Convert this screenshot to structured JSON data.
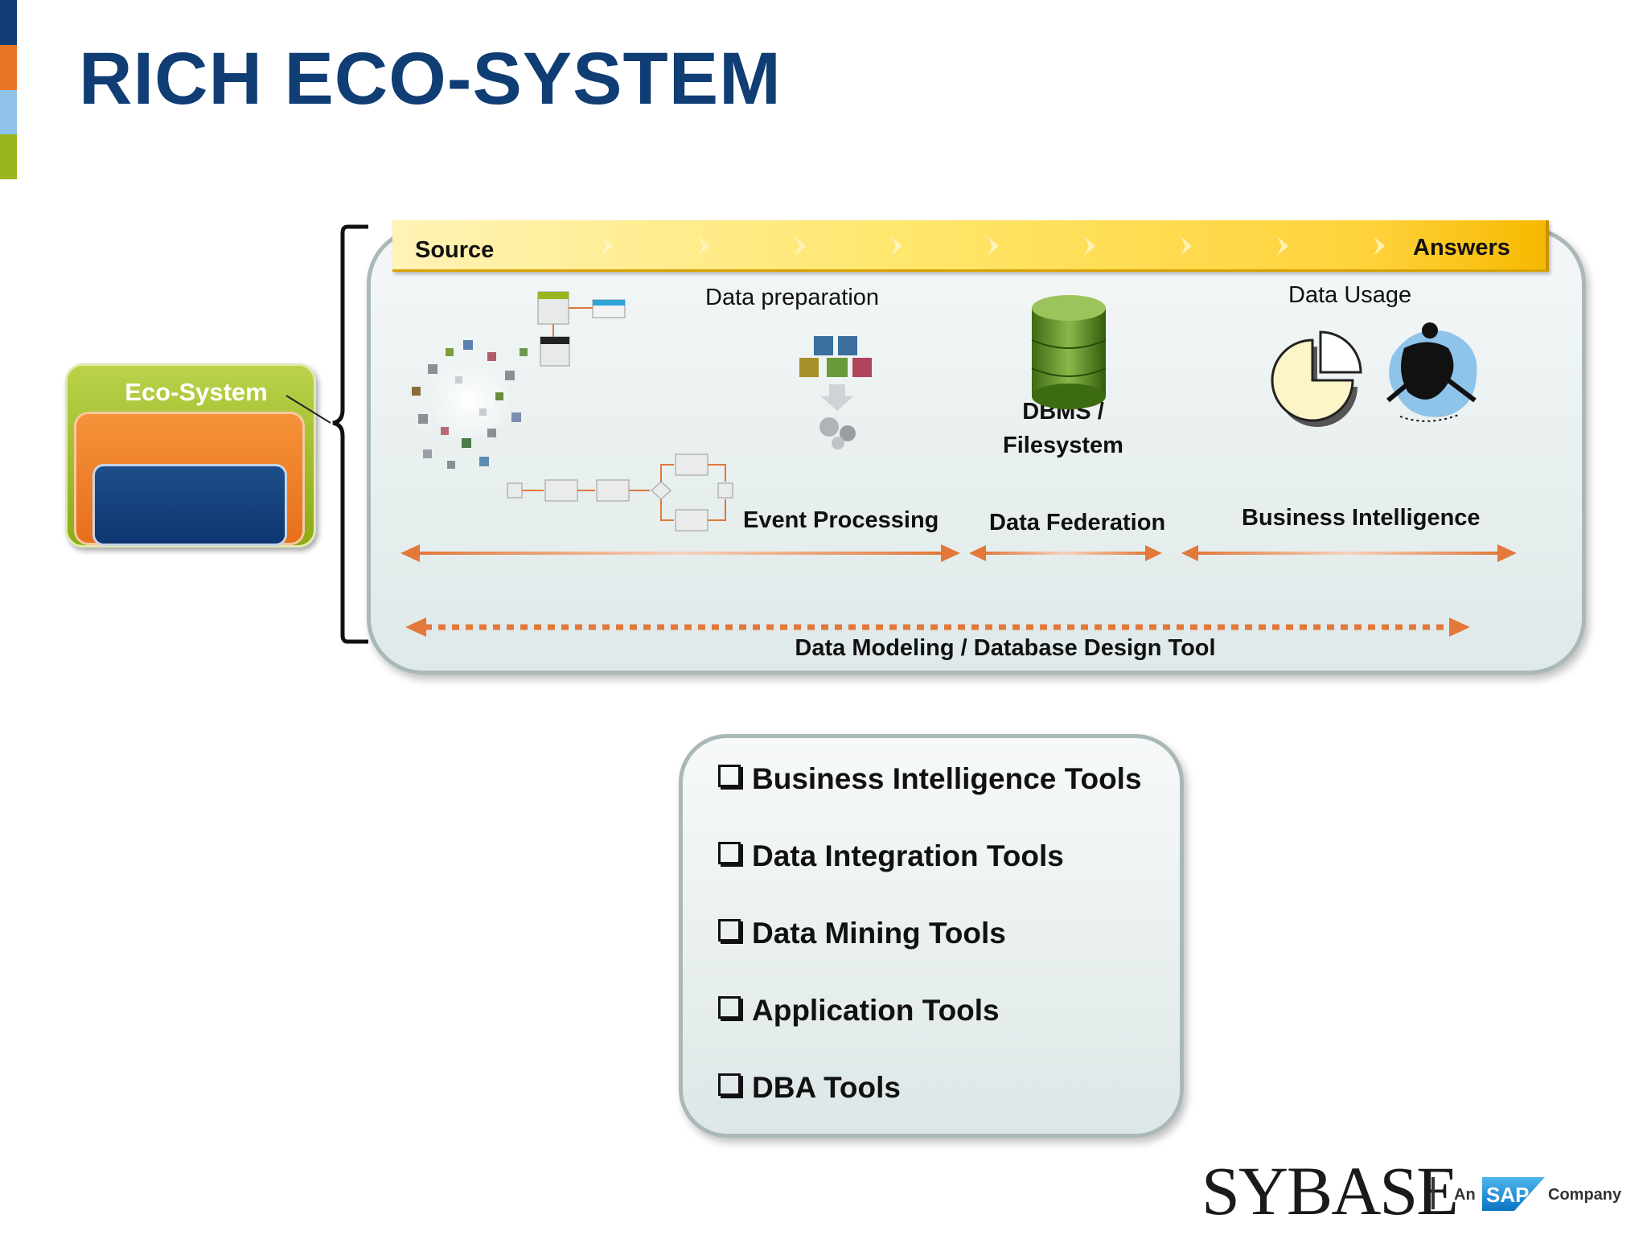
{
  "slide": {
    "title": "RICH ECO-SYSTEM",
    "accent_colors": [
      "#0f3d74",
      "#ea7425",
      "#8fc3ea",
      "#9ab61e"
    ]
  },
  "eco_system": {
    "label": "Eco-System",
    "colors": {
      "outer": "#9ab61e",
      "middle": "#ea7425",
      "inner": "#0f3d74"
    }
  },
  "flow_bar": {
    "start_label": "Source",
    "end_label": "Answers"
  },
  "diagram": {
    "data_preparation": "Data preparation",
    "data_usage": "Data Usage",
    "dbms_line1": "DBMS /",
    "dbms_line2": "Filesystem",
    "event_processing": "Event Processing",
    "data_federation": "Data Federation",
    "business_intelligence": "Business Intelligence",
    "modeling_tool": "Data Modeling / Database Design Tool",
    "arrow_color": "#e2783a"
  },
  "tools": {
    "items": [
      "Business Intelligence Tools",
      "Data Integration Tools",
      "Data Mining Tools",
      "Application Tools",
      "DBA Tools"
    ]
  },
  "logo": {
    "brand": "SYBASE",
    "an": "An",
    "sap": "SAP",
    "company": "Company"
  }
}
